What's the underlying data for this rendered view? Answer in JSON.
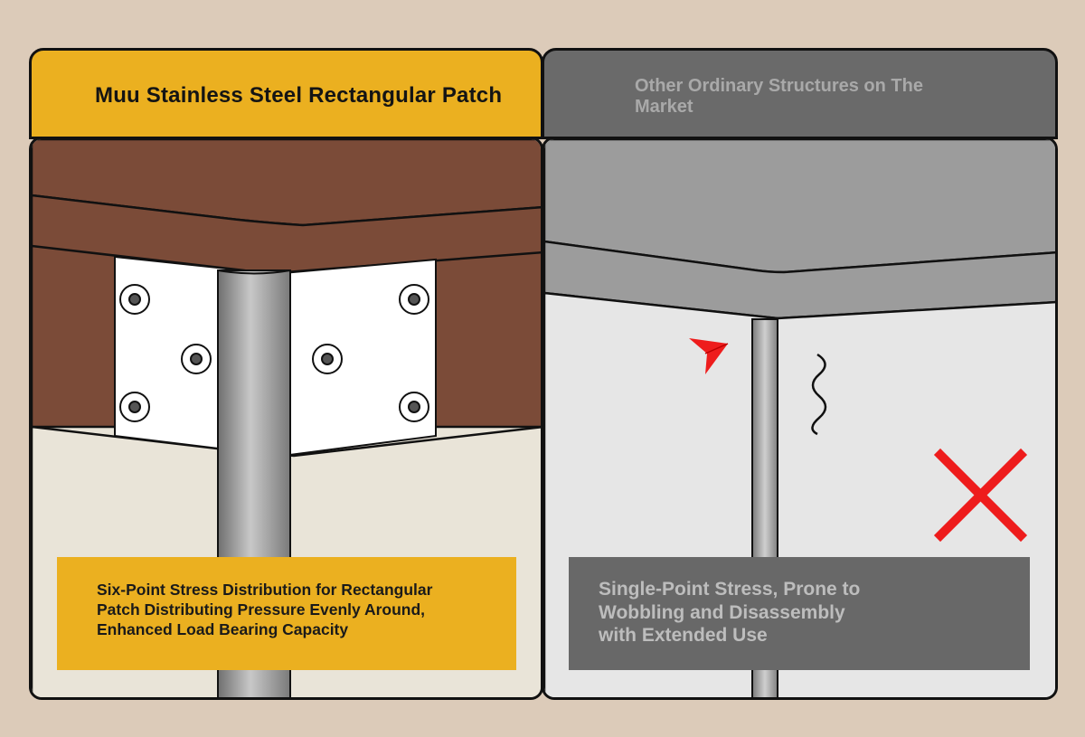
{
  "left": {
    "title": "Muu Stainless Steel Rectangular Patch",
    "caption_lines": [
      "Six-Point Stress Distribution for Rectangular",
      "Patch Distributing Pressure Evenly Around,",
      "Enhanced Load Bearing Capacity"
    ]
  },
  "right": {
    "title_lines": [
      "Other Ordinary Structures on The",
      "Market"
    ],
    "caption_lines": [
      "Single-Point Stress, Prone to",
      "Wobbling and Disassembly",
      "with Extended Use"
    ]
  },
  "colors": {
    "background": "#dccbb9",
    "accent_yellow": "#ebb020",
    "header_gray": "#6a6a6a",
    "wood_brown": "#7b4b38",
    "cross_red": "#ee1c1c"
  }
}
